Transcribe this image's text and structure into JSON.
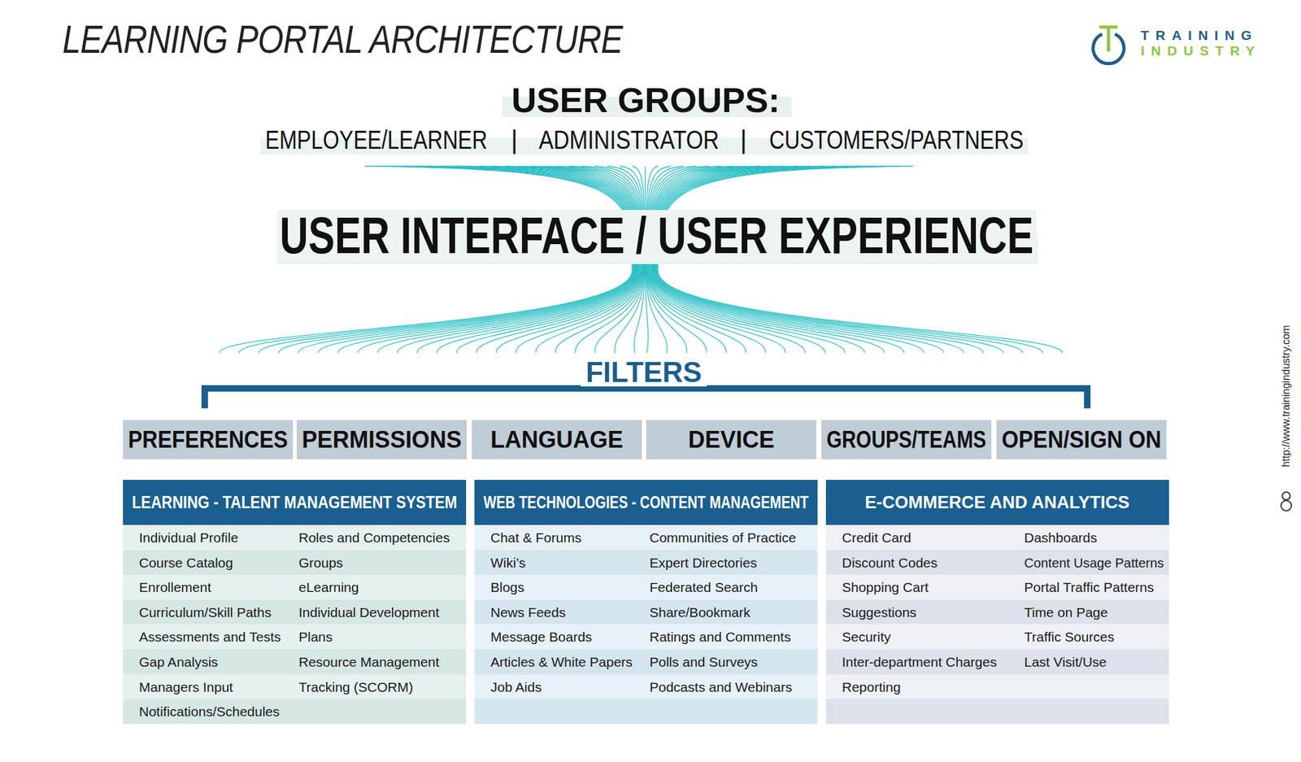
{
  "diagram": {
    "title": "LEARNING PORTAL ARCHITECTURE",
    "nodes": [
      {
        "text": [
          "PREFERENCES"
        ]
      },
      {
        "text": [
          "PERMISSIONS"
        ]
      },
      {
        "text": [
          "LANGUAGE"
        ]
      },
      {
        "text": [
          "DEVICE"
        ]
      },
      {
        "text": [
          "GROUPS/TEAMS"
        ]
      },
      {
        "text": [
          "OPEN/SIGN ON"
        ]
      },
      {
        "text": [
          "LEARNING - TALENT MANAGEMENT SYSTEM"
        ]
      },
      {
        "text": [
          "WEB TECHNOLOGIES - CONTENT MANAGEMENT"
        ]
      },
      {
        "text": [
          "E-COMMERCE AND ANALYTICS"
        ]
      }
    ],
    "labels": [
      "TRAINING",
      "INDUSTRY",
      "USER GROUPS:",
      "EMPLOYEE/LEARNER",
      "|",
      "ADMINISTRATOR",
      "|",
      "CUSTOMERS/PARTNERS",
      "USER INTERFACE / USER EXPERIENCE",
      "FILTERS",
      "Individual Profile",
      "Roles and Competencies",
      "Course Catalog",
      "Groups",
      "Enrollement",
      "eLearning",
      "Curriculum/Skill Paths",
      "Individual Development",
      "Assessments and Tests",
      "Plans",
      "Gap Analysis",
      "Resource Management",
      "Managers Input",
      "Tracking (SCORM)",
      "Notifications/Schedules",
      "Chat & Forums",
      "Communities of Practice",
      "Wiki’s",
      "Expert Directories",
      "Blogs",
      "Federated Search",
      "News Feeds",
      "Share/Bookmark",
      "Message Boards",
      "Ratings and Comments",
      "Articles & White Papers",
      "Polls and Surveys",
      "Job Aids",
      "Podcasts and Webinars",
      "Credit Card",
      "Dashboards",
      "Discount Codes",
      "Content Usage Patterns",
      "Shopping Cart",
      "Portal Traffic Patterns",
      "Suggestions",
      "Time on Page",
      "Security",
      "Traffic Sources",
      "Inter-department Charges",
      "Last Visit/Use",
      "Reporting",
      "http://www.trainingindustry.com"
    ]
  }
}
